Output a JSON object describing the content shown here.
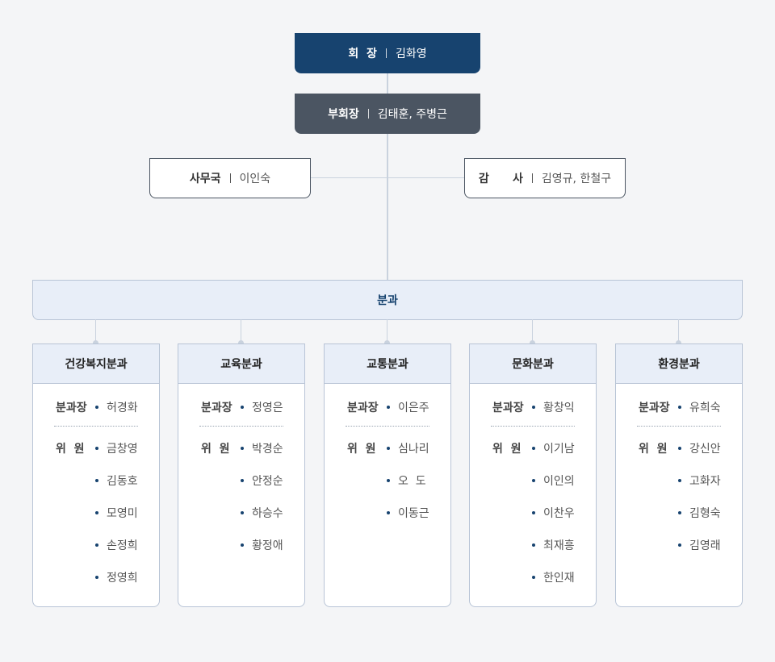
{
  "chairman": {
    "role": "회  장",
    "name": "김화영"
  },
  "vice_chairman": {
    "role": "부회장",
    "name": "김태훈, 주병근"
  },
  "office": {
    "role": "사무국",
    "name": "이인숙"
  },
  "audit": {
    "role": "감      사",
    "name": "김영규, 한철구"
  },
  "departments_label": "분과",
  "labels": {
    "head": "분과장",
    "members": "위  원"
  },
  "departments": [
    {
      "name": "건강복지분과",
      "head": "허경화",
      "members": [
        "금창영",
        "김동호",
        "모영미",
        "손정희",
        "정영희"
      ]
    },
    {
      "name": "교육분과",
      "head": "정영은",
      "members": [
        "박경순",
        "안정순",
        "하승수",
        "황정애"
      ]
    },
    {
      "name": "교통분과",
      "head": "이은주",
      "members": [
        "심나리",
        "오  도",
        "이동근"
      ]
    },
    {
      "name": "문화분과",
      "head": "황창익",
      "members": [
        "이기남",
        "이인의",
        "이찬우",
        "최재흥",
        "한인재"
      ]
    },
    {
      "name": "환경분과",
      "head": "유희숙",
      "members": [
        "강신안",
        "고화자",
        "김형숙",
        "김영래"
      ]
    }
  ],
  "colors": {
    "chair_bg": "#17436f",
    "vice_bg": "#4b5562",
    "dept_bg": "#e8eef8",
    "bullet": "#17436f"
  }
}
